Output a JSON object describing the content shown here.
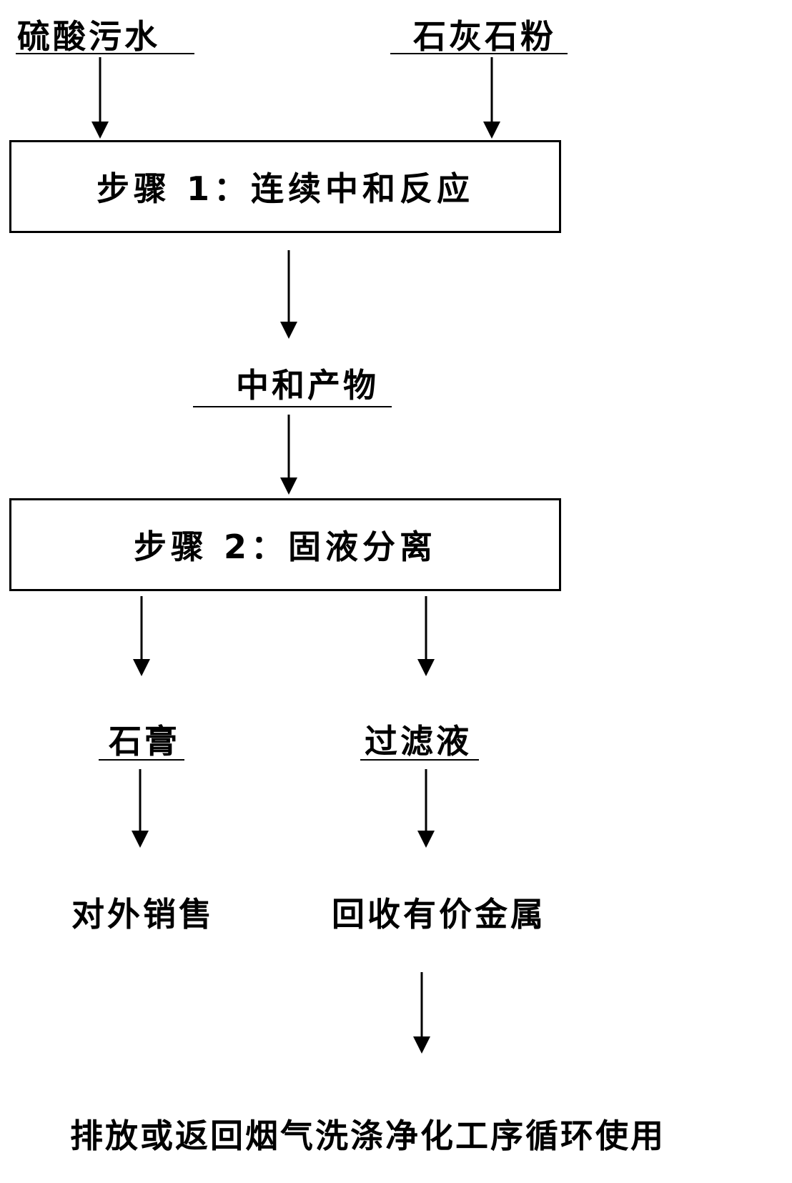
{
  "inputs": {
    "sulfuric_wastewater": "硫酸污水",
    "limestone_powder": "石灰石粉"
  },
  "steps": {
    "step1": "步骤 1：连续中和反应",
    "step2": "步骤 2：固液分离"
  },
  "intermediate": {
    "neutralized_product": "中和产物"
  },
  "outputs": {
    "gypsum": "石膏",
    "filtrate": "过滤液",
    "external_sales": "对外销售",
    "recover_metals": "回收有价金属",
    "final": "排放或返回烟气洗涤净化工序循环使用"
  }
}
